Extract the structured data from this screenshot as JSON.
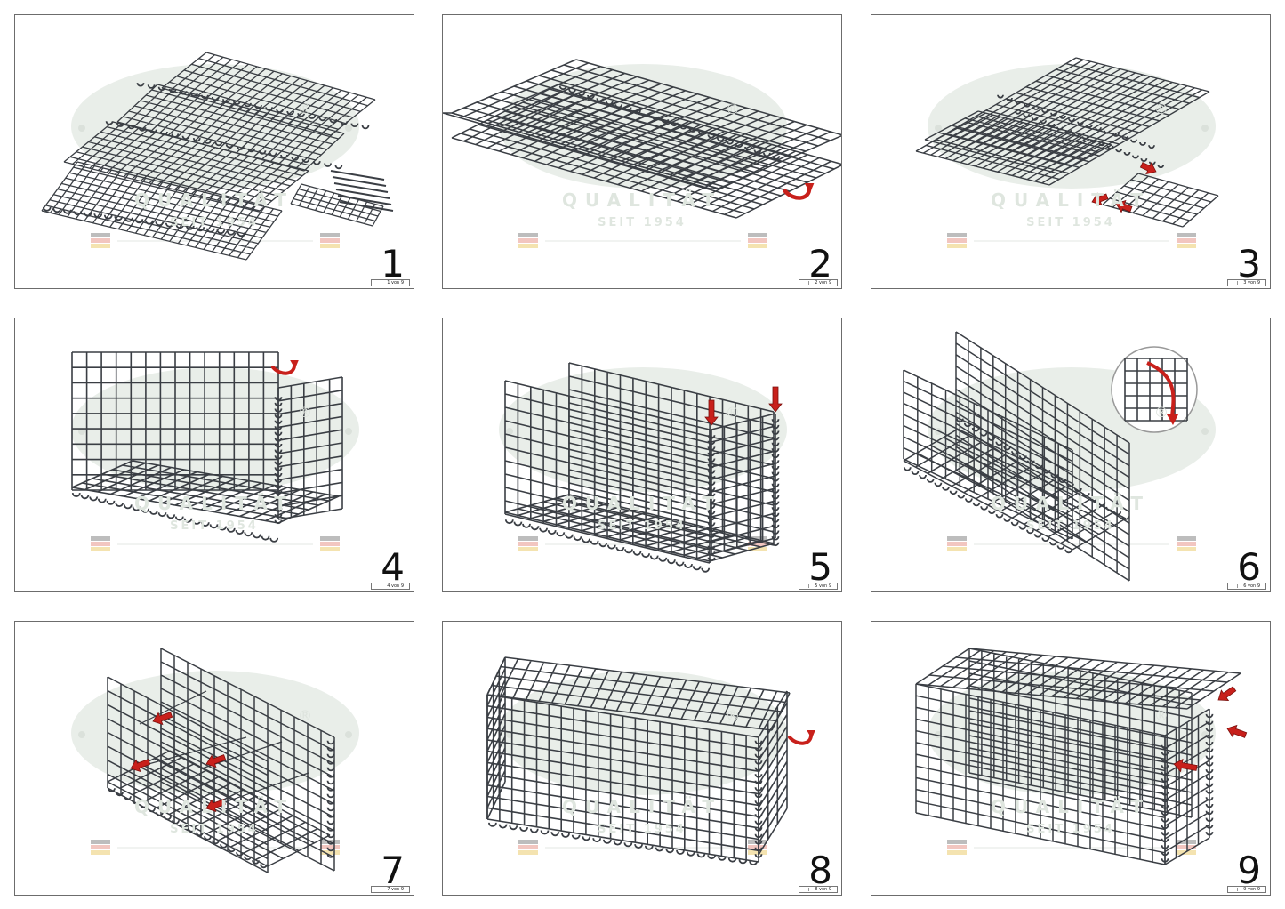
{
  "panels": [
    {
      "step": "1",
      "page_label": "1 von 9"
    },
    {
      "step": "2",
      "page_label": "2 von 9"
    },
    {
      "step": "3",
      "page_label": "3 von 9"
    },
    {
      "step": "4",
      "page_label": "4 von 9"
    },
    {
      "step": "5",
      "page_label": "5 von 9"
    },
    {
      "step": "6",
      "page_label": "6 von 9"
    },
    {
      "step": "7",
      "page_label": "7 von 9"
    },
    {
      "step": "8",
      "page_label": "8 von 9"
    },
    {
      "step": "9",
      "page_label": "9 von 9"
    }
  ],
  "watermark": {
    "quality": "QUALITÄT",
    "since": "SEIT 1954",
    "registered": "®"
  },
  "colors": {
    "wire": "#3a3e44",
    "arrow": "#c8201b",
    "watermark": "#e9eee9",
    "border": "#6c6c6c"
  },
  "icons": [
    "wire-mesh-panel-icon",
    "spiral-connector-icon",
    "red-arrow-icon",
    "zoom-detail-icon",
    "flag-icon"
  ]
}
